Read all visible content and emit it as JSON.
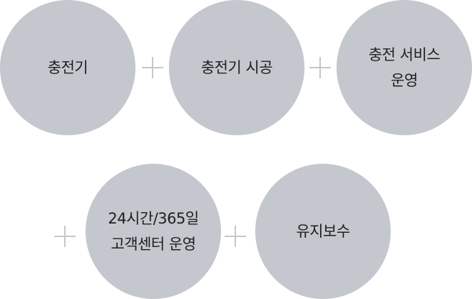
{
  "steps": [
    {
      "label": "충전기"
    },
    {
      "label": "충전기 시공"
    },
    {
      "label": "충전 서비스\n운영"
    },
    {
      "label": "24시간/365일\n고객센터 운영"
    },
    {
      "label": "유지보수"
    }
  ],
  "connector_symbol": "+",
  "colors": {
    "circle_fill": "#c5c7ce",
    "connector": "#c5c7ce",
    "text": "#1e1e1e",
    "background": "#ffffff"
  }
}
